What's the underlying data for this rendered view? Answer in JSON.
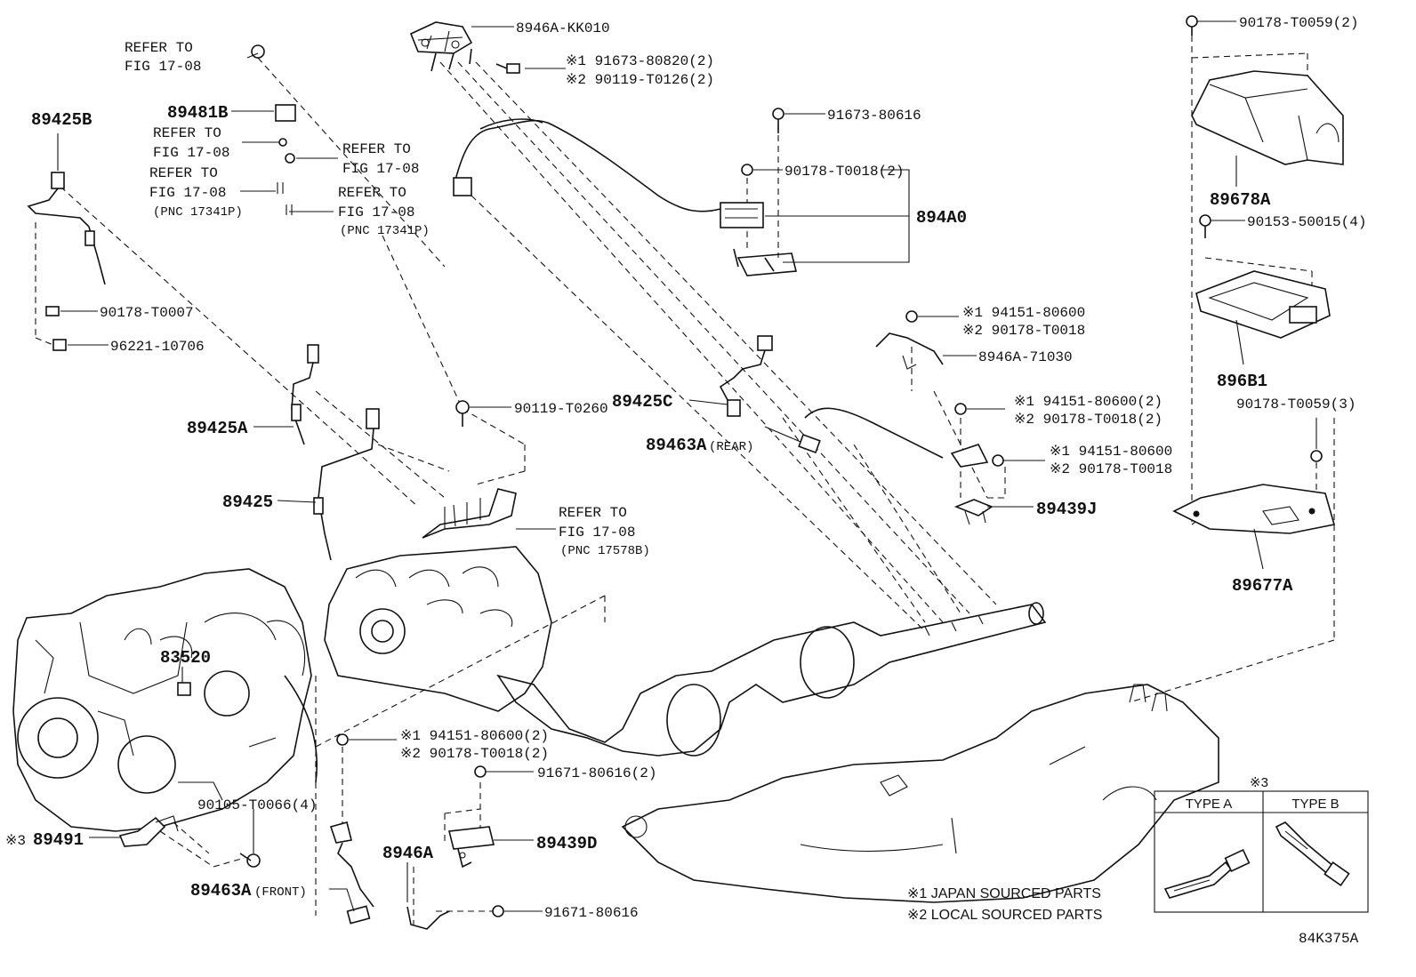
{
  "diagram_id": "84K375A",
  "parts": {
    "p8946A_KK010": "8946A-KK010",
    "s1_91673_80820": "※1 91673-80820(2)",
    "s2_90119_T0126": "※2 90119-T0126(2)",
    "p91673_80616": "91673-80616",
    "p90178_T0018_2": "90178-T0018(2)",
    "p894A0": "894A0",
    "p90178_T0059_2": "90178-T0059(2)",
    "p89678A": "89678A",
    "p90153_50015": "90153-50015(4)",
    "p896B1": "896B1",
    "p90178_T0059_3": "90178-T0059(3)",
    "p89677A": "89677A",
    "p89425B": "89425B",
    "p89481B": "89481B",
    "p90178_T0007": "90178-T0007",
    "p96221_10706": "96221-10706",
    "p89425A": "89425A",
    "p89425": "89425",
    "p90119_T0260": "90119-T0260",
    "p89425C": "89425C",
    "p89463A_rear_code": "89463A",
    "p89463A_rear_note": "(REAR)",
    "s1_94151_80600_a": "※1 94151-80600",
    "s2_90178_T0018_a": "※2 90178-T0018",
    "p8946A_71030": "8946A-71030",
    "s1_94151_80600_2a": "※1 94151-80600(2)",
    "s2_90178_T0018_2a": "※2 90178-T0018(2)",
    "s1_94151_80600_b": "※1 94151-80600",
    "s2_90178_T0018_b": "※2 90178-T0018",
    "p89439J": "89439J",
    "p83520": "83520",
    "s1_94151_80600_2b": "※1 94151-80600(2)",
    "s2_90178_T0018_2b": "※2 90178-T0018(2)",
    "p91671_80616_2": "91671-80616(2)",
    "p90105_T0066": "90105-T0066(4)",
    "p89491_mark": "※3",
    "p89491": "89491",
    "p8946A": "8946A",
    "p89439D": "89439D",
    "p89463A_front_code": "89463A",
    "p89463A_front_note": "(FRONT)",
    "p91671_80616": "91671-80616"
  },
  "refs": {
    "refer_to": "REFER TO",
    "fig": "FIG 17-08",
    "pnc_17341p": "(PNC 17341P)",
    "pnc_17578b": "(PNC 17578B)"
  },
  "legend": {
    "mark": "※3",
    "type_a": "TYPE A",
    "type_b": "TYPE B",
    "note1": "※1 JAPAN SOURCED PARTS",
    "note2": "※2 LOCAL SOURCED PARTS"
  }
}
